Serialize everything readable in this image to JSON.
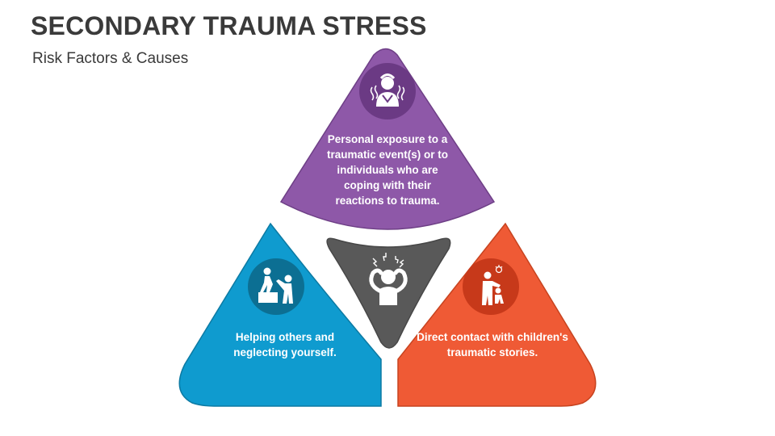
{
  "header": {
    "title": "SECONDARY TRAUMA STRESS",
    "subtitle": "Risk Factors & Causes"
  },
  "colors": {
    "top": "#8e58a8",
    "top_circle": "#6b3a84",
    "left": "#0f9bcf",
    "left_circle": "#0c6f93",
    "right": "#ef5a35",
    "right_circle": "#c7391a",
    "center": "#595959"
  },
  "segments": {
    "top": {
      "icon": "stressed-person-icon",
      "text": "Personal exposure to a traumatic event(s) or to individuals who are coping with their reactions to trauma."
    },
    "left": {
      "icon": "helping-hand-icon",
      "text": "Helping others and neglecting yourself."
    },
    "right": {
      "icon": "child-abuse-icon",
      "text": "Direct contact with children's traumatic stories."
    },
    "center": {
      "icon": "headache-person-icon"
    }
  }
}
